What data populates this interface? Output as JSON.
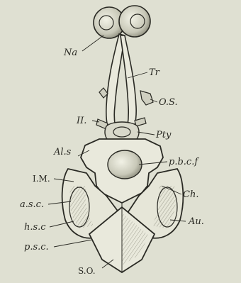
{
  "labels": {
    "na": "Na",
    "tr": "Tr",
    "os": "O.S.",
    "ii": "II.",
    "pty": "Pty",
    "als": "Al.s",
    "pbcf": "p.b.c.f",
    "im": "I.M.",
    "ch": "Ch.",
    "asc": "a.s.c.",
    "au": "Au.",
    "hsc": "h.s.c",
    "psc": "p.s.c.",
    "so": "S.O."
  },
  "colors": {
    "background": "#dfe0d2",
    "ink": "#2a2a24",
    "cartilage": "#e9e9dc",
    "shade": "#b9b9aa"
  }
}
